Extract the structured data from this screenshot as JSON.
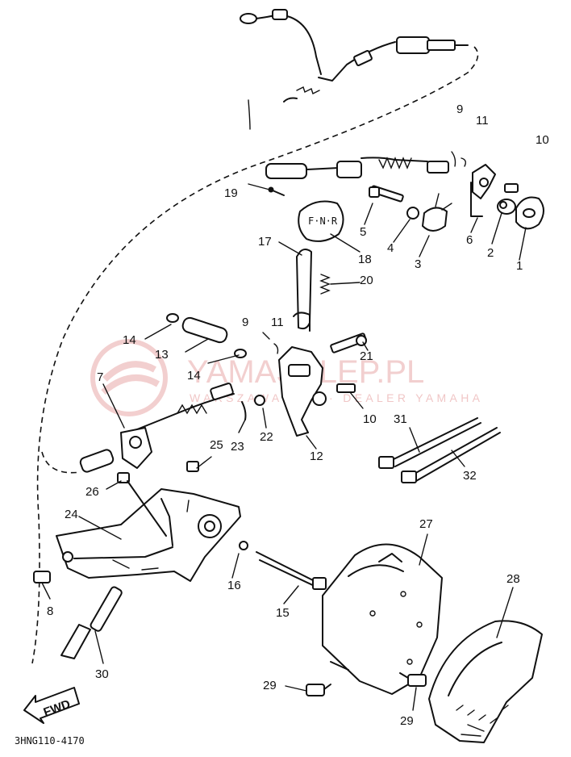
{
  "watermark": {
    "brand": "YAMASKLEP.PL",
    "tagline": "WARSZAWA · ... · DEALER YAMAHA"
  },
  "part_labels": [
    {
      "id": "p1",
      "text": "1"
    },
    {
      "id": "p2",
      "text": "2"
    },
    {
      "id": "p3",
      "text": "3"
    },
    {
      "id": "p4",
      "text": "4"
    },
    {
      "id": "p5",
      "text": "5"
    },
    {
      "id": "p6",
      "text": "6"
    },
    {
      "id": "p7",
      "text": "7"
    },
    {
      "id": "p8",
      "text": "8"
    },
    {
      "id": "p9a",
      "text": "9"
    },
    {
      "id": "p9b",
      "text": "9"
    },
    {
      "id": "p10a",
      "text": "10"
    },
    {
      "id": "p10b",
      "text": "10"
    },
    {
      "id": "p11a",
      "text": "11"
    },
    {
      "id": "p11b",
      "text": "11"
    },
    {
      "id": "p12",
      "text": "12"
    },
    {
      "id": "p13",
      "text": "13"
    },
    {
      "id": "p14a",
      "text": "14"
    },
    {
      "id": "p14b",
      "text": "14"
    },
    {
      "id": "p15",
      "text": "15"
    },
    {
      "id": "p16",
      "text": "16"
    },
    {
      "id": "p17",
      "text": "17"
    },
    {
      "id": "p18",
      "text": "18"
    },
    {
      "id": "p19",
      "text": "19"
    },
    {
      "id": "p20",
      "text": "20"
    },
    {
      "id": "p21",
      "text": "21"
    },
    {
      "id": "p22",
      "text": "22"
    },
    {
      "id": "p23",
      "text": "23"
    },
    {
      "id": "p24",
      "text": "24"
    },
    {
      "id": "p25",
      "text": "25"
    },
    {
      "id": "p26",
      "text": "26"
    },
    {
      "id": "p27",
      "text": "27"
    },
    {
      "id": "p28",
      "text": "28"
    },
    {
      "id": "p29a",
      "text": "29"
    },
    {
      "id": "p29b",
      "text": "29"
    },
    {
      "id": "p30",
      "text": "30"
    },
    {
      "id": "p31",
      "text": "31"
    },
    {
      "id": "p32",
      "text": "32"
    }
  ],
  "fwd_badge": "FWD",
  "knob_marking": "F·N·R",
  "diagram_code": "3HNG110-4170"
}
